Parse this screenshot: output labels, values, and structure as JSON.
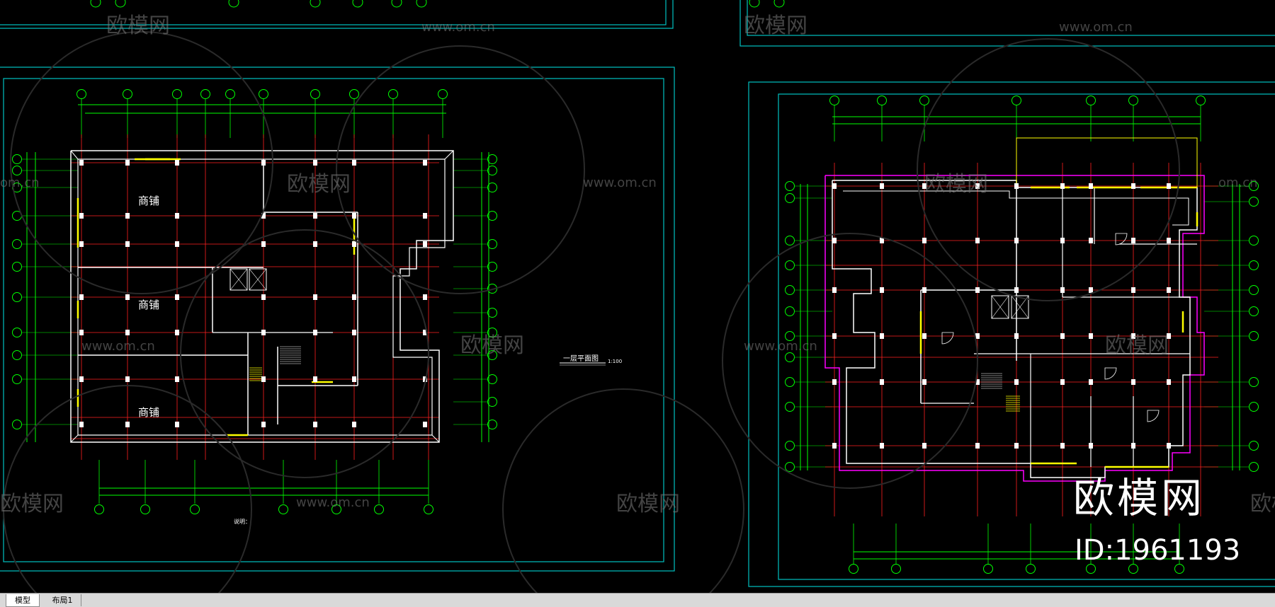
{
  "tabs": [
    {
      "label": "模型",
      "active": true
    },
    {
      "label": "布局1",
      "active": false
    }
  ],
  "watermarks": {
    "brand": "欧模网",
    "site": "www.om.cn",
    "site_partial": "om.cn",
    "corner_brand": "欧模网",
    "corner_id": "ID:1961193"
  },
  "left_plan": {
    "shop_label": "商铺",
    "title": "一层平面图",
    "scale": "1:100",
    "note": "说明："
  },
  "colors": {
    "background": "#000000",
    "frame": "#00c0c0",
    "walls": "#ffffff",
    "axes": "#ff2020",
    "dimensions": "#00ff00",
    "columns": "#ffffff",
    "windows": "#ffff00",
    "outline": "#ff00ff"
  }
}
